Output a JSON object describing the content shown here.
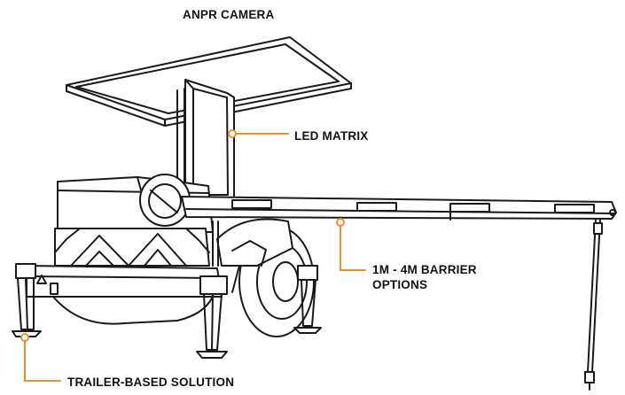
{
  "labels": {
    "camera": "ANPR CAMERA",
    "led": "LED MATRIX",
    "barrier_line1": "1M - 4M BARRIER",
    "barrier_line2": "OPTIONS",
    "trailer": "TRAILER-BASED SOLUTION"
  },
  "colors": {
    "accent": "#E8912D",
    "stroke": "#1a1a1a",
    "text": "#111111",
    "background": "#ffffff"
  }
}
